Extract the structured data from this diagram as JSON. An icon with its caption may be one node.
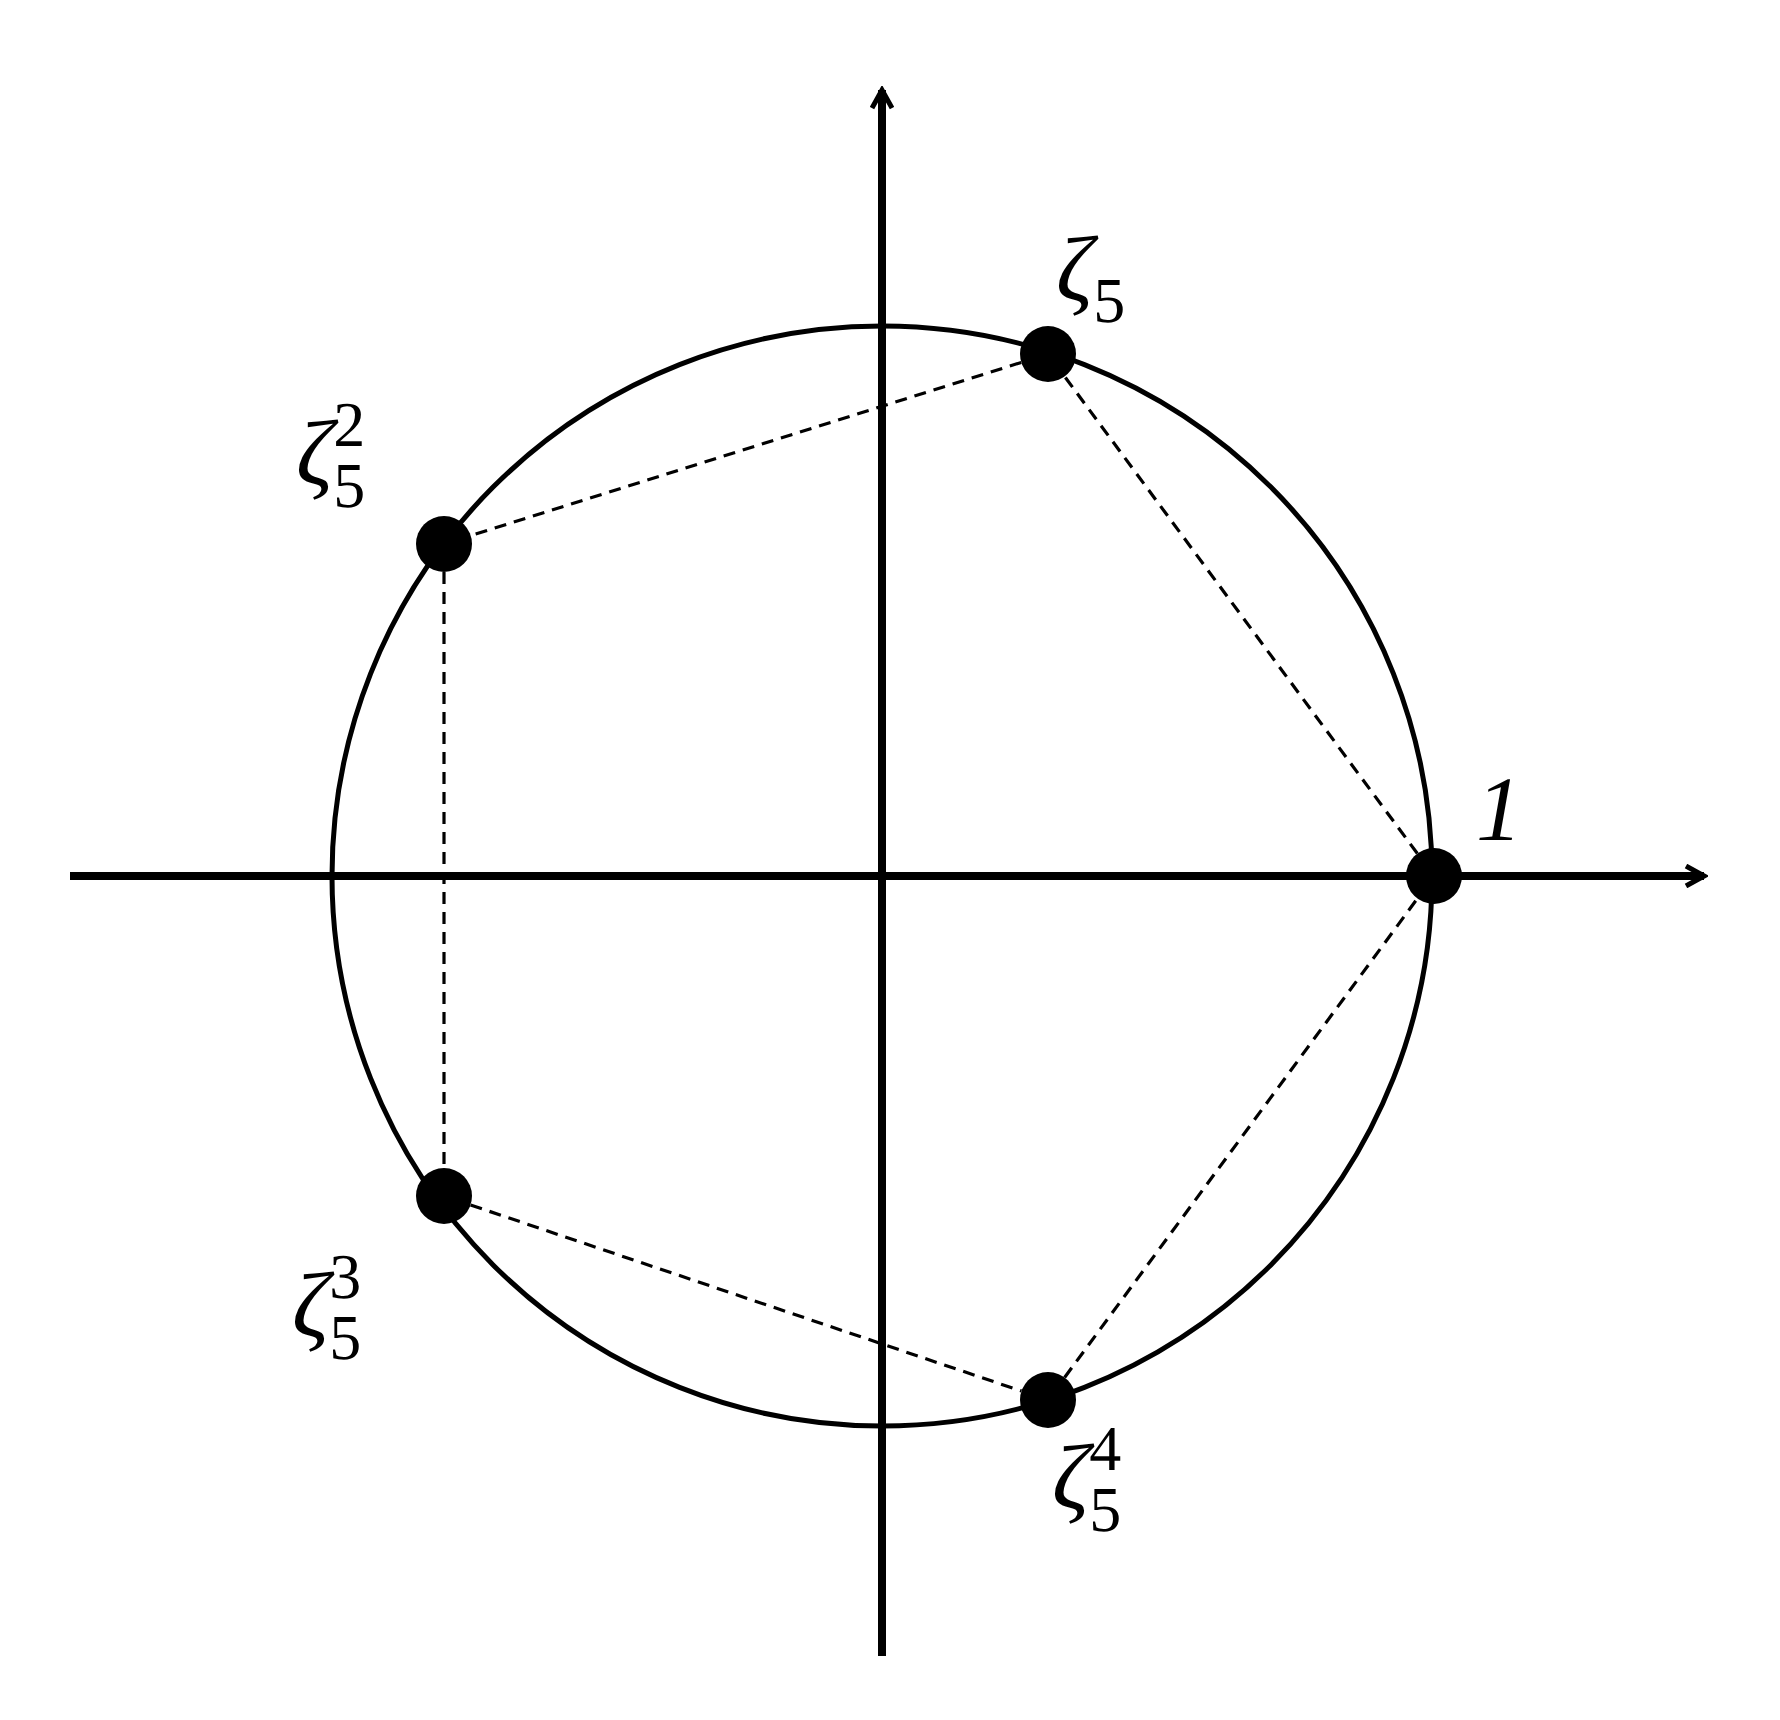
{
  "diagram": {
    "nodes": [
      {
        "text": [],
        "shape": "circle",
        "beside": [
          "ζ$_{5}$"
        ]
      },
      {
        "text": [],
        "shape": "circle",
        "beside": [
          "ζ$_{5}$$^{2}$"
        ]
      },
      {
        "text": [],
        "shape": "circle",
        "beside": [
          "1"
        ]
      },
      {
        "text": [],
        "shape": "circle",
        "beside": [
          "ζ$_{5}$$^{3}$"
        ]
      },
      {
        "text": [],
        "shape": "circle",
        "beside": [
          "ζ$_{5}$$^{4}$"
        ]
      }
    ],
    "edges": [
      {
        "from": 0,
        "to": 1,
        "arrow": "none",
        "style": "dashed"
      },
      {
        "from": 1,
        "to": 3,
        "arrow": "none",
        "style": "dashed"
      },
      {
        "from": 3,
        "to": 4,
        "arrow": "none",
        "style": "dashed"
      },
      {
        "from": 4,
        "to": 2,
        "arrow": "none",
        "style": "dashed"
      },
      {
        "from": 2,
        "to": 0,
        "arrow": "none",
        "style": "dashed"
      }
    ]
  }
}
